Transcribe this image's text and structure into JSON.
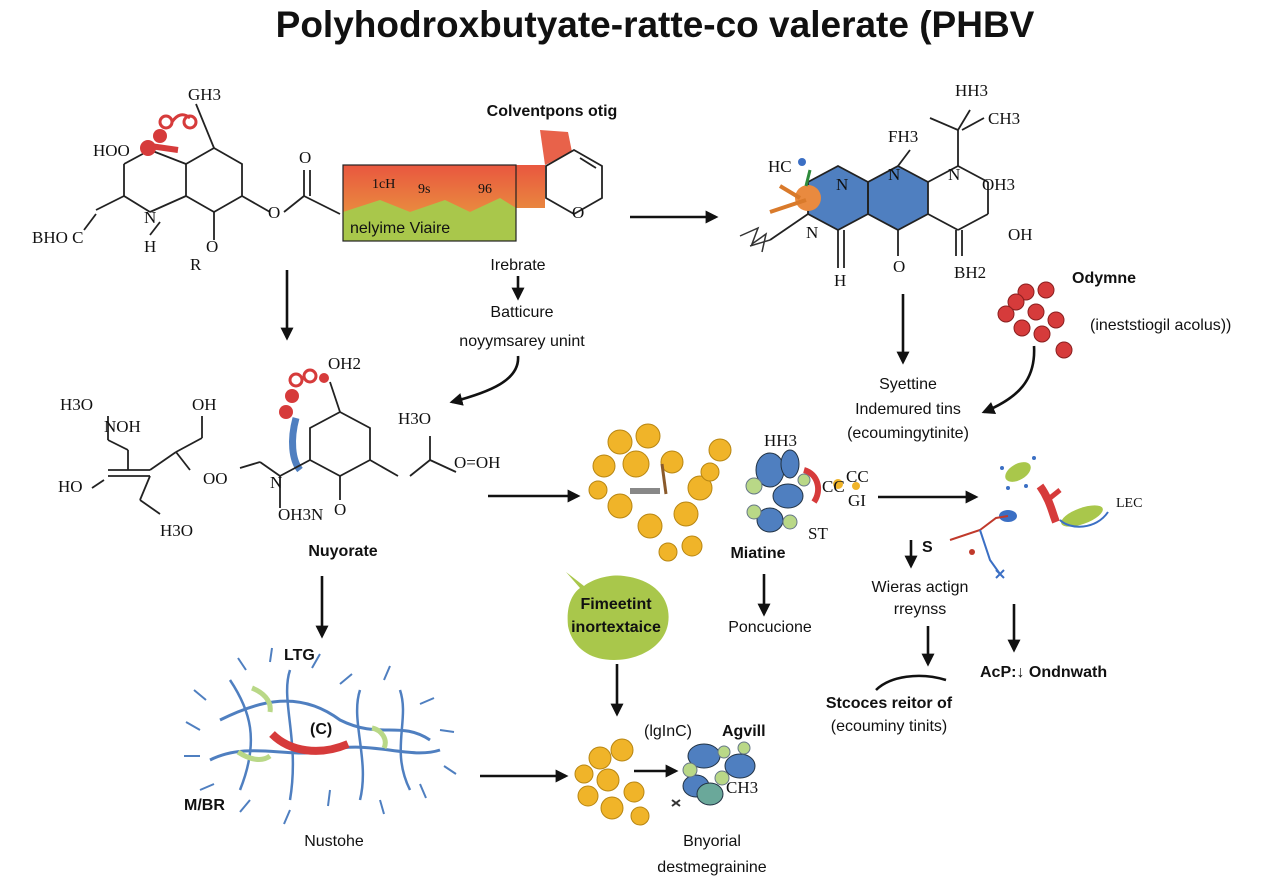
{
  "title": "Polyhodroxbutyate-ratte-co valerate (PHBV",
  "molecule_top_left": {
    "ch3": "GH3",
    "hoo": "HOO",
    "bhoc": "BHO C",
    "n": "N",
    "h": "H",
    "r": "R",
    "o_ring": "O",
    "o_ester": "O",
    "o_carbonyl": "O"
  },
  "banner": {
    "caption": "Colventpons otig",
    "label_1": "1cH",
    "label_2": "9s",
    "label_3": "96",
    "strip_label": "nelyime Viaire",
    "ring_o": "O"
  },
  "flow_center": {
    "step_1": "Irebrate",
    "step_2": "Batticure",
    "step_3": "noyymsarey unint"
  },
  "molecule_top_right": {
    "hh3": "HH3",
    "ch3": "CH3",
    "fh3": "FH3",
    "n1": "N",
    "n2": "N",
    "n3": "N",
    "oh3": "OH3",
    "oh": "OH",
    "hc": "HC",
    "h": "H",
    "o": "O",
    "bh2": "BH2"
  },
  "odymne": {
    "title": "Odymne",
    "subtitle": "(ineststiogil acolus))"
  },
  "right_mid": {
    "line1": "Syettine",
    "line2": "Indemured tins",
    "line3": "(ecoumingytinite)"
  },
  "molecule_mid_left": {
    "h3o_top": "H3O",
    "noh": "NOH",
    "oh": "OH",
    "ho": "HO",
    "oo": "OO",
    "h3o_bottom": "H3O"
  },
  "molecule_mid_center": {
    "oh2": "OH2",
    "h3o": "H3O",
    "n": "N",
    "oh3n": "OH3N",
    "o": "O",
    "oh": "O=OH",
    "label": "Nuyorate"
  },
  "cluster_mid": {
    "hh": "HH3",
    "cc": "CC",
    "ccc": "CC",
    "gi": "GI",
    "st": "ST",
    "label": "Miatine",
    "next": "Poncucione"
  },
  "bacteria_right": {
    "s": "S",
    "lec": "LEC",
    "label1": "Wieras actign",
    "label2": "rreynss",
    "acp": "AcP:↓ Ondnwath",
    "stcoces1": "Stcoces reitor of",
    "stcoces2": "(ecouminy tinits)"
  },
  "speech": {
    "line1": "Fimeetint",
    "line2": "inortextaice"
  },
  "network": {
    "top_label": "LTG",
    "center_label": "(C)",
    "left_label": "M/BR",
    "bottom_label": "Nustohe"
  },
  "cluster_bottom": {
    "label1": "(lgInC)",
    "label2": "Agvill",
    "ch3": "CH3",
    "caption1": "Bnyorial",
    "caption2": "destmegrainine"
  },
  "colors": {
    "red": "#d63b3b",
    "orange_red": "#e8624a",
    "green": "#a9c74b",
    "blue": "#4f7fc0",
    "yellow": "#f0b429",
    "lightgreen": "#b9d887",
    "teal": "#6aa89a"
  }
}
